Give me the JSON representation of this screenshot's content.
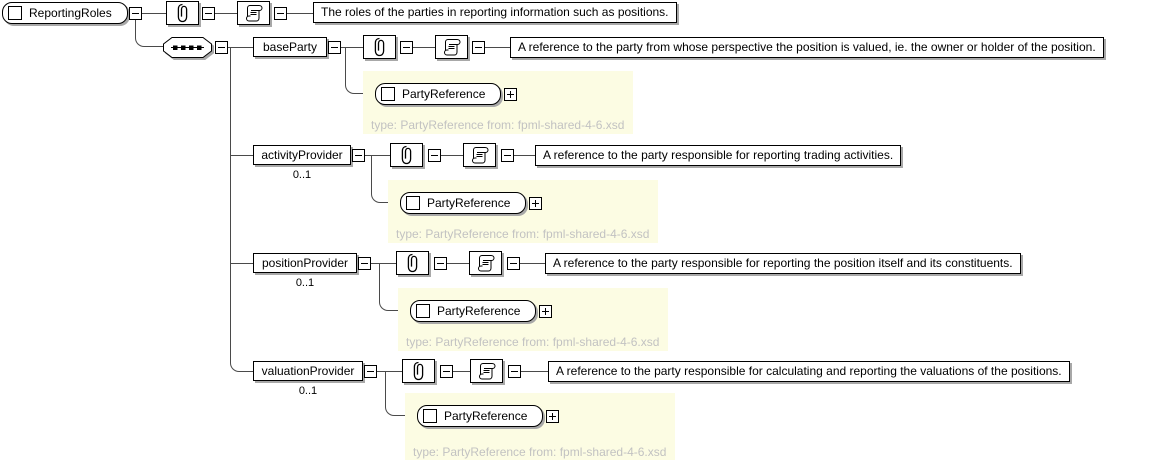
{
  "diagram": {
    "root": {
      "name": "ReportingRoles",
      "documentation": "The roles of the parties in reporting information such as positions."
    },
    "content_model": "sequence",
    "children": [
      {
        "name": "baseParty",
        "documentation": "A reference to the party from whose perspective the position is valued, ie. the owner or holder of the position.",
        "reference": {
          "name": "PartyReference",
          "note": "type: PartyReference from: fpml-shared-4-6.xsd"
        }
      },
      {
        "name": "activityProvider",
        "cardinality": "0..1",
        "documentation": "A reference to the party responsible for reporting trading activities.",
        "reference": {
          "name": "PartyReference",
          "note": "type: PartyReference from: fpml-shared-4-6.xsd"
        }
      },
      {
        "name": "positionProvider",
        "cardinality": "0..1",
        "documentation": "A reference to the party responsible for reporting the position itself and its constituents.",
        "reference": {
          "name": "PartyReference",
          "note": "type: PartyReference from: fpml-shared-4-6.xsd"
        }
      },
      {
        "name": "valuationProvider",
        "cardinality": "0..1",
        "documentation": "A reference to the party responsible for calculating and reporting the valuations of the positions.",
        "reference": {
          "name": "PartyReference",
          "note": "type: PartyReference from: fpml-shared-4-6.xsd"
        }
      }
    ],
    "icons": {
      "element": "square-icon",
      "annotation": "paperclip-icon",
      "documentation": "scroll-icon",
      "sequence": "sequence-dots-icon",
      "collapse": "minus-icon",
      "expand": "plus-icon"
    },
    "colors": {
      "panel_background": "#fcfce3",
      "type_note_text": "#c2c2c2",
      "box_shadow": "#a8a8a8",
      "line": "#4a4a4a"
    }
  }
}
